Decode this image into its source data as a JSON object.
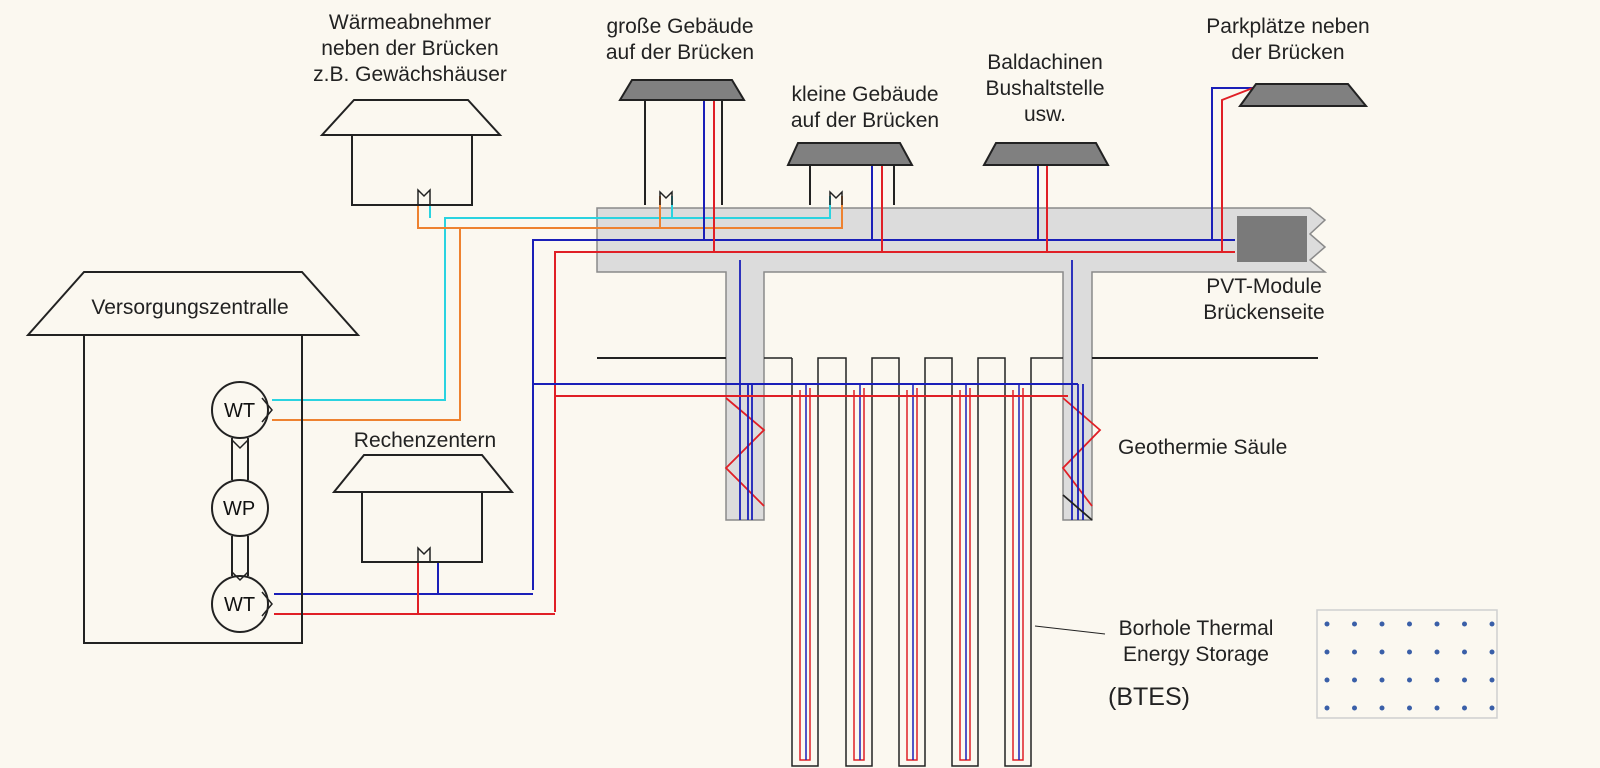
{
  "labels": {
    "waermeabnehmer": [
      "Wärmeabnehmer",
      "neben der Brücken",
      "z.B. Gewächshäuser"
    ],
    "grosse_gebaeude": [
      "große Gebäude",
      "auf der Brücken"
    ],
    "kleine_gebaeude": [
      "kleine Gebäude",
      "auf der Brücken"
    ],
    "baldachinen": [
      "Baldachinen",
      "Bushaltstelle",
      "usw."
    ],
    "parkplaetze": [
      "Parkplätze neben",
      "der Brücken"
    ],
    "versorgungszentrale": "Versorgungszentralle",
    "pvt_module": [
      "PVT-Module",
      "Brückenseite"
    ],
    "rechenzentren": "Rechenzentern",
    "geothermie": "Geothermie Säule",
    "btes": [
      "Borhole Thermal",
      "Energy Storage"
    ],
    "btes_abbr": "(BTES)",
    "wt_top": "WT",
    "wp": "WP",
    "wt_bottom": "WT"
  },
  "colors": {
    "hot_pipe": "#e01f26",
    "cold_pipe": "#1a1fb8",
    "cyan_pipe": "#2ad3e0",
    "orange_pipe": "#ee8230",
    "bridge_fill": "#dcdcdc",
    "roof_dark": "#808080",
    "pvt_module": "#7a7a7a",
    "btes_dots": "#3a5fa8"
  }
}
